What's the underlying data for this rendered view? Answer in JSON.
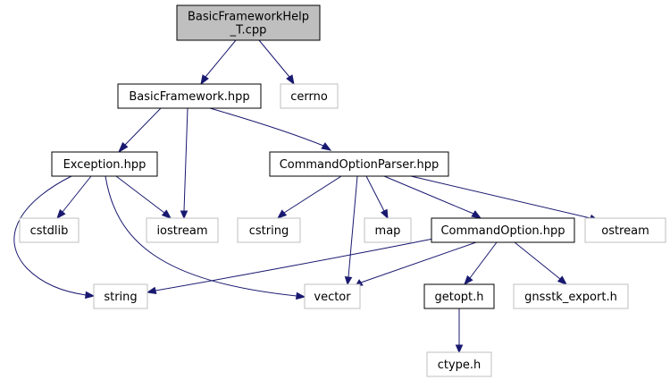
{
  "graph": {
    "nodes": [
      {
        "id": "root",
        "lines": [
          "BasicFrameworkHelp",
          "_T.cpp"
        ],
        "style": "root"
      },
      {
        "id": "basicframework",
        "lines": [
          "BasicFramework.hpp"
        ],
        "style": "documented"
      },
      {
        "id": "cerrno",
        "lines": [
          "cerrno"
        ],
        "style": "external"
      },
      {
        "id": "exception",
        "lines": [
          "Exception.hpp"
        ],
        "style": "documented"
      },
      {
        "id": "commandoptionparser",
        "lines": [
          "CommandOptionParser.hpp"
        ],
        "style": "documented"
      },
      {
        "id": "cstdlib",
        "lines": [
          "cstdlib"
        ],
        "style": "external"
      },
      {
        "id": "iostream",
        "lines": [
          "iostream"
        ],
        "style": "external"
      },
      {
        "id": "cstring",
        "lines": [
          "cstring"
        ],
        "style": "external"
      },
      {
        "id": "map",
        "lines": [
          "map"
        ],
        "style": "external"
      },
      {
        "id": "commandoption",
        "lines": [
          "CommandOption.hpp"
        ],
        "style": "documented"
      },
      {
        "id": "ostream",
        "lines": [
          "ostream"
        ],
        "style": "external"
      },
      {
        "id": "string",
        "lines": [
          "string"
        ],
        "style": "external"
      },
      {
        "id": "vector",
        "lines": [
          "vector"
        ],
        "style": "external"
      },
      {
        "id": "getopt",
        "lines": [
          "getopt.h"
        ],
        "style": "documented"
      },
      {
        "id": "gnsstk_export",
        "lines": [
          "gnsstk_export.h"
        ],
        "style": "external"
      },
      {
        "id": "ctype",
        "lines": [
          "ctype.h"
        ],
        "style": "external"
      }
    ],
    "edges": [
      {
        "from": "root",
        "to": "basicframework"
      },
      {
        "from": "root",
        "to": "cerrno"
      },
      {
        "from": "basicframework",
        "to": "exception"
      },
      {
        "from": "basicframework",
        "to": "iostream"
      },
      {
        "from": "basicframework",
        "to": "commandoptionparser"
      },
      {
        "from": "exception",
        "to": "cstdlib"
      },
      {
        "from": "exception",
        "to": "iostream"
      },
      {
        "from": "exception",
        "to": "string"
      },
      {
        "from": "exception",
        "to": "vector"
      },
      {
        "from": "commandoptionparser",
        "to": "cstring"
      },
      {
        "from": "commandoptionparser",
        "to": "map"
      },
      {
        "from": "commandoptionparser",
        "to": "commandoption"
      },
      {
        "from": "commandoptionparser",
        "to": "ostream"
      },
      {
        "from": "commandoptionparser",
        "to": "vector"
      },
      {
        "from": "commandoption",
        "to": "string"
      },
      {
        "from": "commandoption",
        "to": "vector"
      },
      {
        "from": "commandoption",
        "to": "getopt"
      },
      {
        "from": "commandoption",
        "to": "gnsstk_export"
      },
      {
        "from": "getopt",
        "to": "ctype"
      }
    ],
    "colors": {
      "root_fill": "#bfbfbf",
      "node_fill": "#ffffff",
      "documented_border": "#000000",
      "external_border": "#bfbfbf",
      "edge": "#191970"
    }
  }
}
